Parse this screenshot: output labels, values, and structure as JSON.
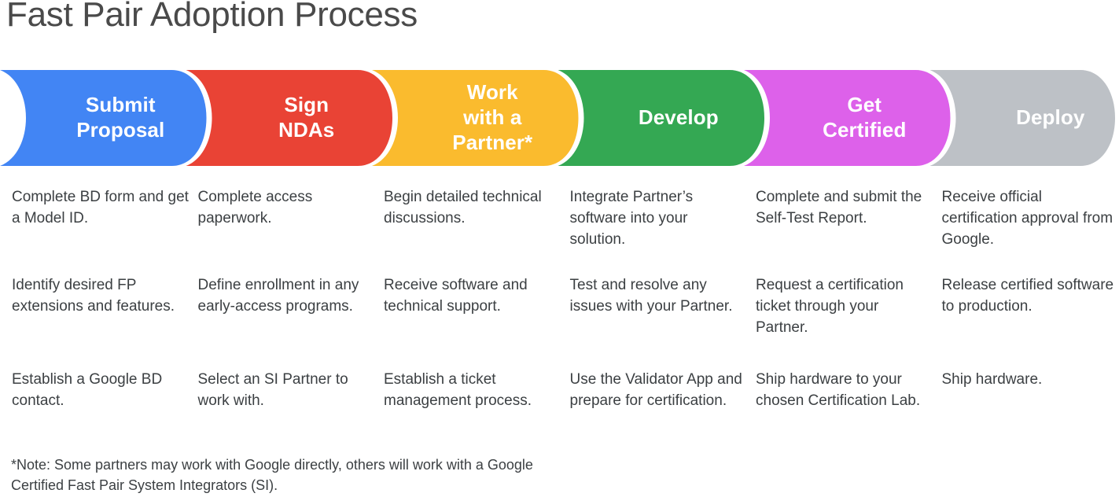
{
  "page": {
    "title": "Fast Pair Adoption Process",
    "background": "#ffffff",
    "text_color": "#3c4043"
  },
  "stages": [
    {
      "label": "Submit\nProposal",
      "color": "#4285f4",
      "icon": "chevron-stage-icon",
      "items": [
        "Complete BD form and get a Model ID.",
        "Identify desired FP extensions and features.",
        "Establish a Google BD contact."
      ]
    },
    {
      "label": "Sign\nNDAs",
      "color": "#e94335",
      "icon": "chevron-stage-icon",
      "items": [
        "Complete access paperwork.",
        "Define enrollment in any early-access programs.",
        "Select an SI Partner to work with."
      ]
    },
    {
      "label": "Work\nwith a\nPartner*",
      "color": "#fabb2e",
      "icon": "chevron-stage-icon",
      "items": [
        "Begin detailed technical discussions.",
        "Receive software and technical support.",
        "Establish a ticket management process."
      ]
    },
    {
      "label": "Develop",
      "color": "#34a853",
      "icon": "chevron-stage-icon",
      "items": [
        "Integrate Partner’s software into your solution.",
        "Test and resolve any issues with your Partner.",
        "Use the Validator App and prepare for certification."
      ]
    },
    {
      "label": "Get\nCertified",
      "color": "#dd61ea",
      "icon": "chevron-stage-icon",
      "items": [
        "Complete and submit the Self-Test Report.",
        "Request a certification ticket through your Partner.",
        "Ship hardware to your chosen Certification Lab."
      ]
    },
    {
      "label": "Deploy",
      "color": "#bdc1c6",
      "icon": "chevron-stage-icon",
      "items": [
        "Receive official certification approval from Google.",
        "Release certified software to production.",
        "Ship hardware."
      ]
    }
  ],
  "footnote": "*Note: Some partners may work with Google directly, others will work with a Google Certified Fast Pair System Integrators (SI)."
}
